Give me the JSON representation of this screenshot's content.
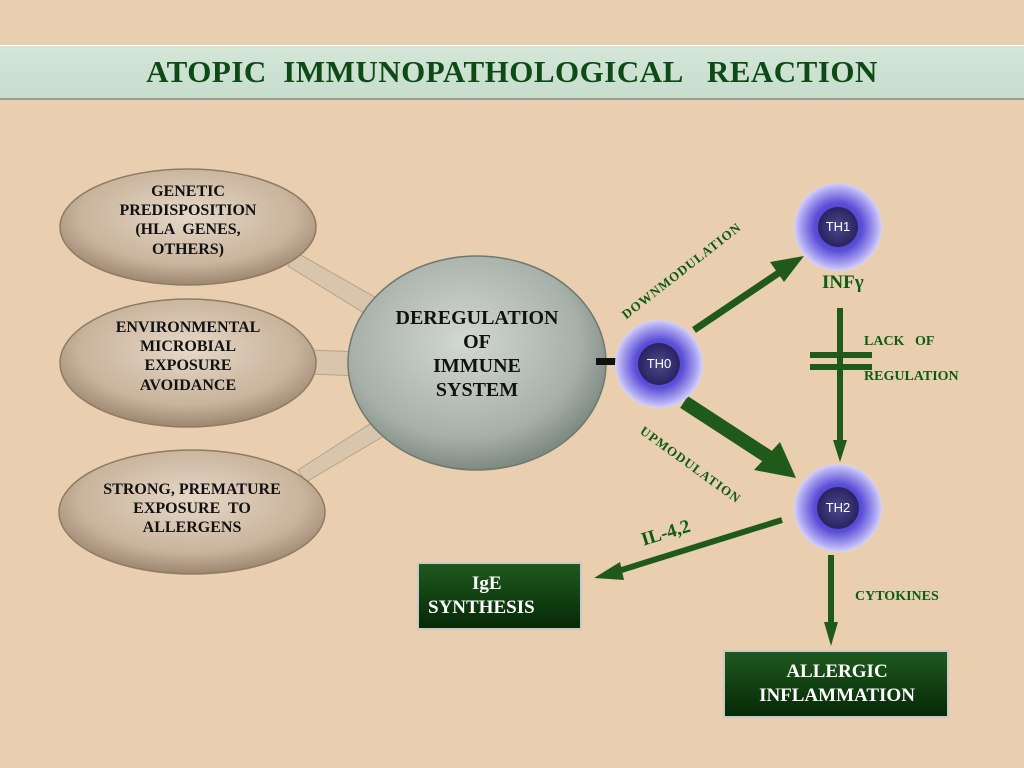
{
  "title": "ATOPIC  IMMUNOPATHOLOGICAL   REACTION",
  "factors": [
    {
      "lines": [
        "GENETIC",
        "PREDISPOSITION",
        "(HLA  GENES,",
        "OTHERS)"
      ]
    },
    {
      "lines": [
        "ENVIRONMENTAL",
        "MICROBIAL",
        "EXPOSURE",
        "AVOIDANCE"
      ]
    },
    {
      "lines": [
        "STRONG, PREMATURE",
        "EXPOSURE  TO",
        "ALLERGENS"
      ]
    }
  ],
  "center": {
    "lines": [
      "DEREGULATION",
      "OF",
      "IMMUNE",
      "SYSTEM"
    ]
  },
  "cells": {
    "th0": "TH0",
    "th1": "TH1",
    "th2": "TH2"
  },
  "labels": {
    "downmodulation": "DOWNMODULATION",
    "upmodulation": "UPMODULATION",
    "infg": "INFγ",
    "lack_of": "LACK   OF",
    "regulation": "REGULATION",
    "il": "IL-4,2",
    "cytokines": "CYTOKINES"
  },
  "boxes": {
    "ige": [
      "IgE",
      "SYNTHESIS"
    ],
    "allergic": [
      "ALLERGIC",
      "INFLAMMATION"
    ]
  },
  "colors": {
    "background": "#e9cfb0",
    "title_text": "#0d4a16",
    "arrow_green": "#1f5a1a",
    "box_green": "#0b3d0b",
    "cell_blue": "#4b3fc4"
  }
}
